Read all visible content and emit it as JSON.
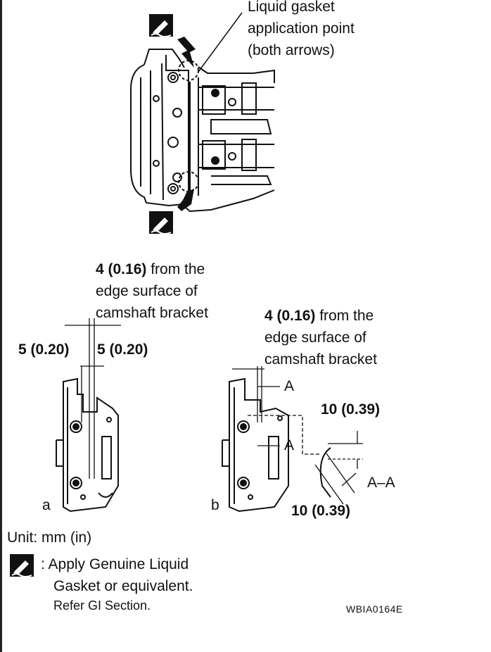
{
  "callout_top": {
    "line1": "Liquid gasket",
    "line2": "application point",
    "line3": "(both arrows)"
  },
  "detail_a": {
    "value": "4 (0.16)",
    "text1": " from the",
    "text2": "edge surface of",
    "text3": "camshaft bracket",
    "left_dim": "5 (0.20)",
    "right_dim": "5 (0.20)",
    "label": "a"
  },
  "detail_b": {
    "value": "4 (0.16)",
    "text1": " from the",
    "text2": "edge surface of",
    "text3": "camshaft bracket",
    "section_label_1": "A",
    "section_label_2": "A",
    "dim_top": "10 (0.39)",
    "dim_bottom": "10 (0.39)",
    "section_name": "A–A",
    "label": "b"
  },
  "legend": {
    "unit": "Unit: mm (in)",
    "apply_line1": ": Apply Genuine Liquid",
    "apply_line2": "Gasket or equivalent.",
    "refer": "Refer GI Section.",
    "icon": "liquid-gasket-icon"
  },
  "figure_code": "WBIA0164E"
}
